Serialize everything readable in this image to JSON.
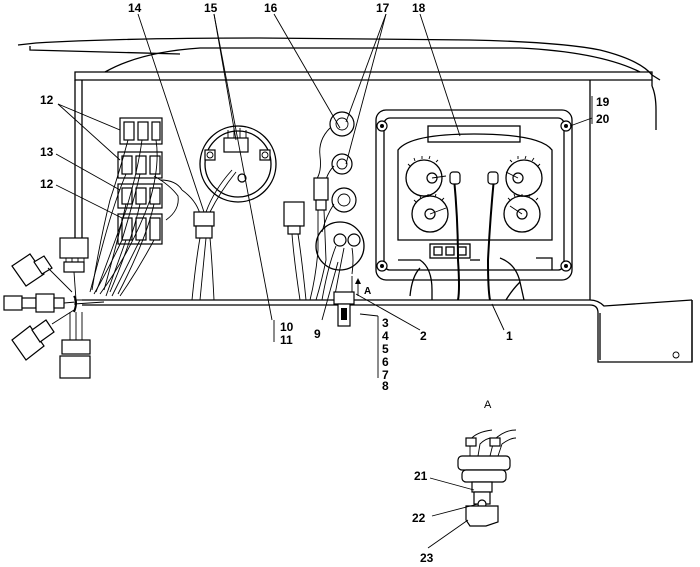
{
  "callouts": {
    "c1": "1",
    "c2": "2",
    "c3": "3",
    "c4": "4",
    "c5": "5",
    "c6": "6",
    "c7": "7",
    "c8": "8",
    "c9": "9",
    "c10": "10",
    "c11": "11",
    "c12a": "12",
    "c12b": "12",
    "c13": "13",
    "c14": "14",
    "c15": "15",
    "c16": "16",
    "c17": "17",
    "c18": "18",
    "c19": "19",
    "c20": "20",
    "c21": "21",
    "c22": "22",
    "c23": "23"
  },
  "view": {
    "arrow_label": "A",
    "detail_label": "A"
  }
}
